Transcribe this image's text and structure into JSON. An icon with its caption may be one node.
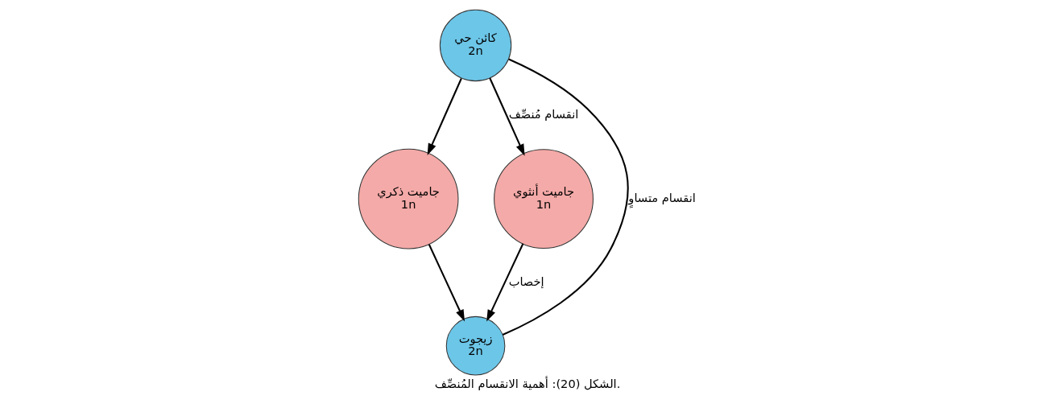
{
  "diagram": {
    "caption": "الشكل (20): أهمية الانقسام المُنصِّف.",
    "nodes": [
      {
        "text": [
          "كائن حي",
          "2n"
        ]
      },
      {
        "text": [
          "جاميت ذكري",
          "1n"
        ]
      },
      {
        "text": [
          "جاميت أنثوي",
          "1n"
        ]
      },
      {
        "text": [
          "زيجوت",
          "2n"
        ]
      }
    ],
    "edges": [
      {
        "from": 0,
        "to": 1,
        "arrow": "to"
      },
      {
        "from": 0,
        "to": 2,
        "arrow": "to",
        "label": "انقسام مُنصِّف"
      },
      {
        "from": 3,
        "to": 0,
        "arrow": "none",
        "label": "انقسام متساوٍ"
      },
      {
        "from": 1,
        "to": 3,
        "arrow": "to"
      },
      {
        "from": 2,
        "to": 3,
        "arrow": "to",
        "label": "إخصاب"
      }
    ]
  }
}
